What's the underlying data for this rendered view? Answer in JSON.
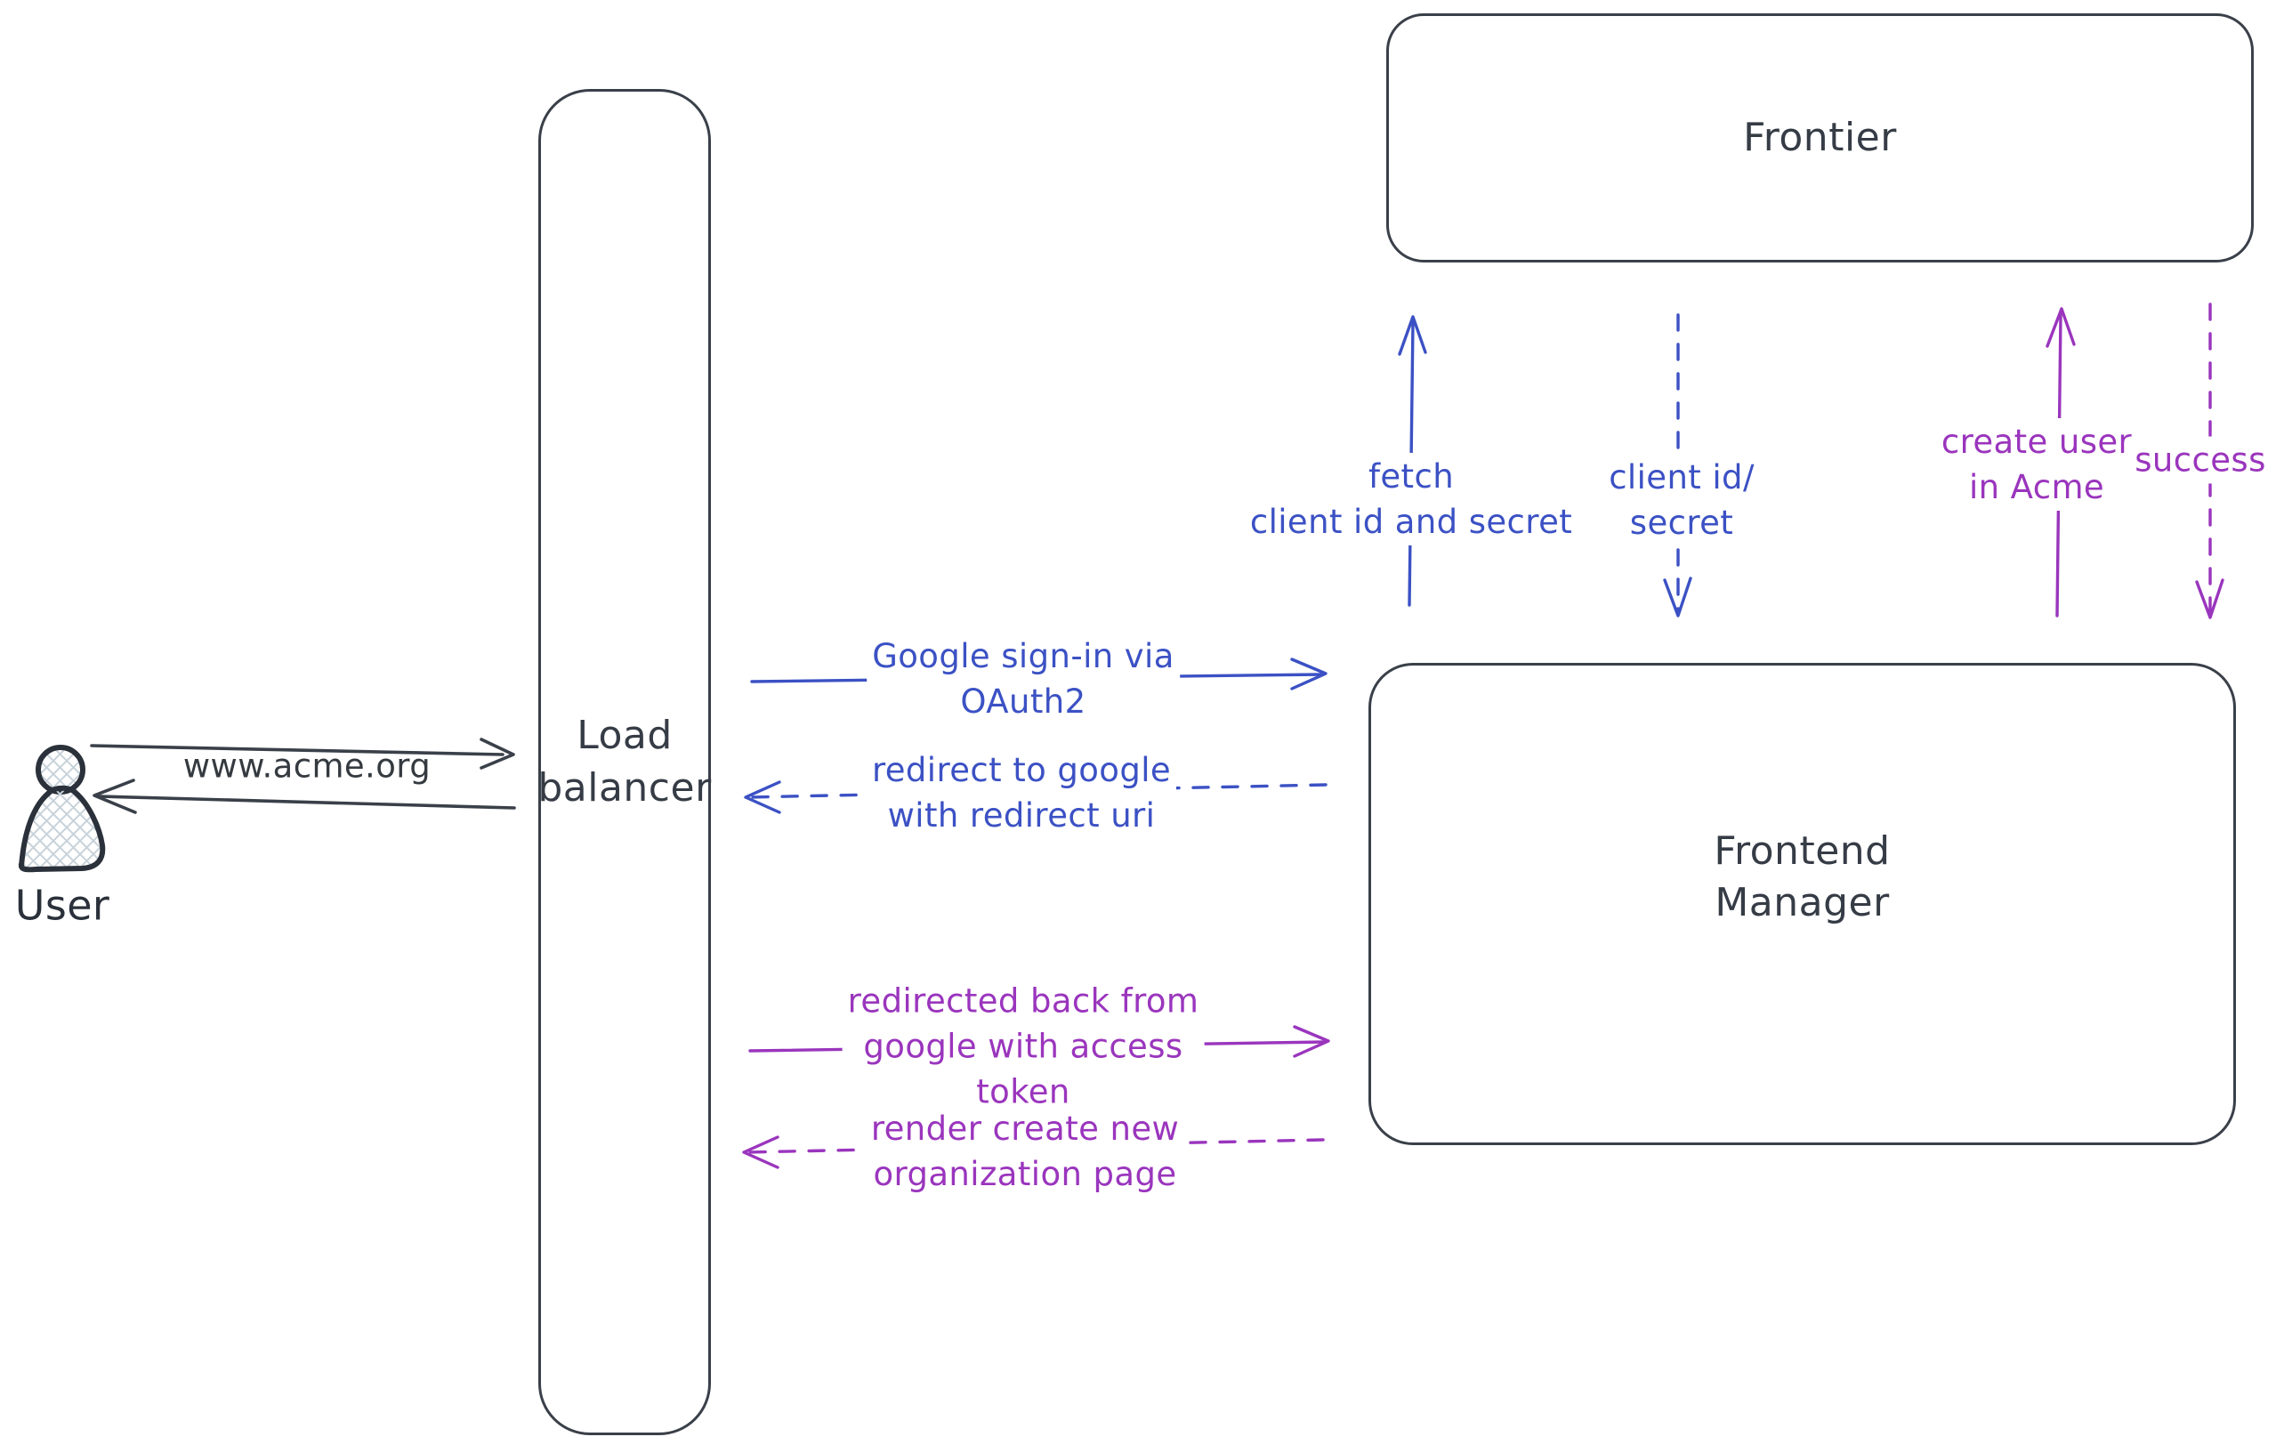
{
  "diagram": {
    "nodes": {
      "user": "User",
      "load_balancer": "Load\nbalancer",
      "frontier": "Frontier",
      "frontend_manager": "Frontend\nManager"
    },
    "edges": {
      "www_acme": "www.acme.org",
      "google_signin": "Google sign-in via\nOAuth2",
      "redirect_to_google": "redirect to google\nwith redirect uri",
      "redirected_back": "redirected back from\ngoogle with access\ntoken",
      "render_org_page": "render create new\norganization page",
      "fetch_client": "fetch\nclient id and secret",
      "client_id_secret": "client id/\nsecret",
      "create_user": "create user\nin Acme",
      "success": "success"
    },
    "colors": {
      "ink": "#3a4049",
      "figure_ink": "#2b313a",
      "blue": "#3b51c4",
      "purple": "#9a35bd",
      "hatch": "#c8d2da",
      "background": "#ffffff"
    }
  }
}
